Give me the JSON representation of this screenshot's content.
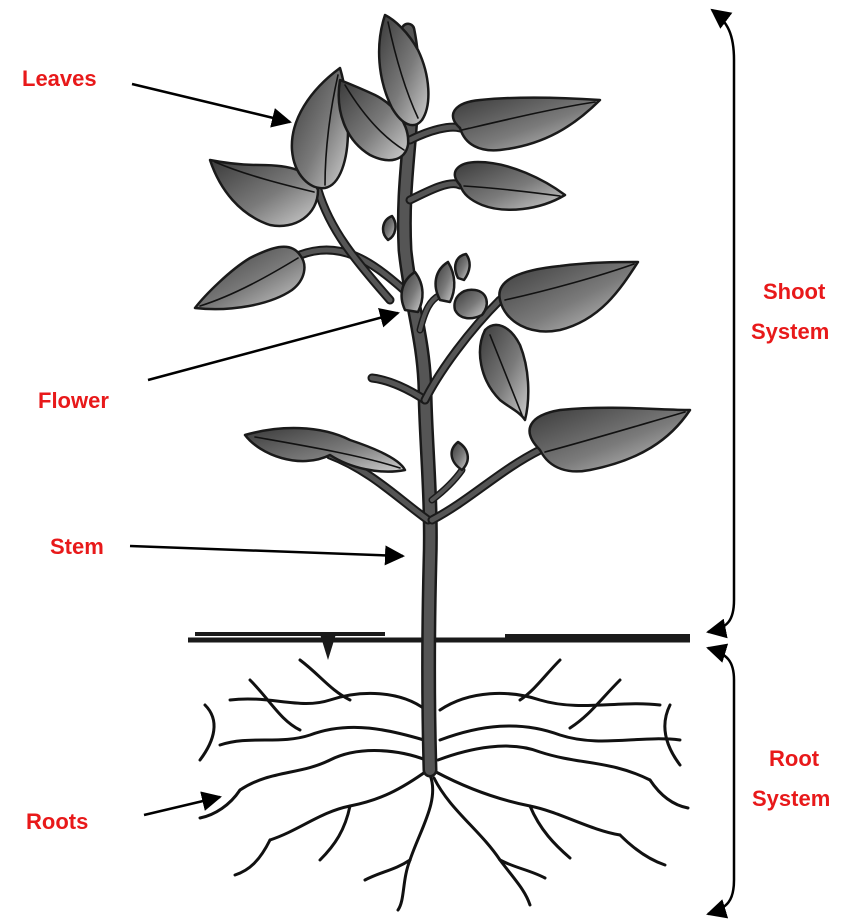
{
  "labels": {
    "leaves": "Leaves",
    "flower": "Flower",
    "stem": "Stem",
    "roots": "Roots",
    "shoot_line1": "Shoot",
    "shoot_line2": "System",
    "root_line1": "Root",
    "root_line2": "System"
  },
  "colors": {
    "label": "#e8191a",
    "lines": "#000000",
    "leaf_dark": "#3c3c3c",
    "leaf_light": "#c8c8c8"
  }
}
